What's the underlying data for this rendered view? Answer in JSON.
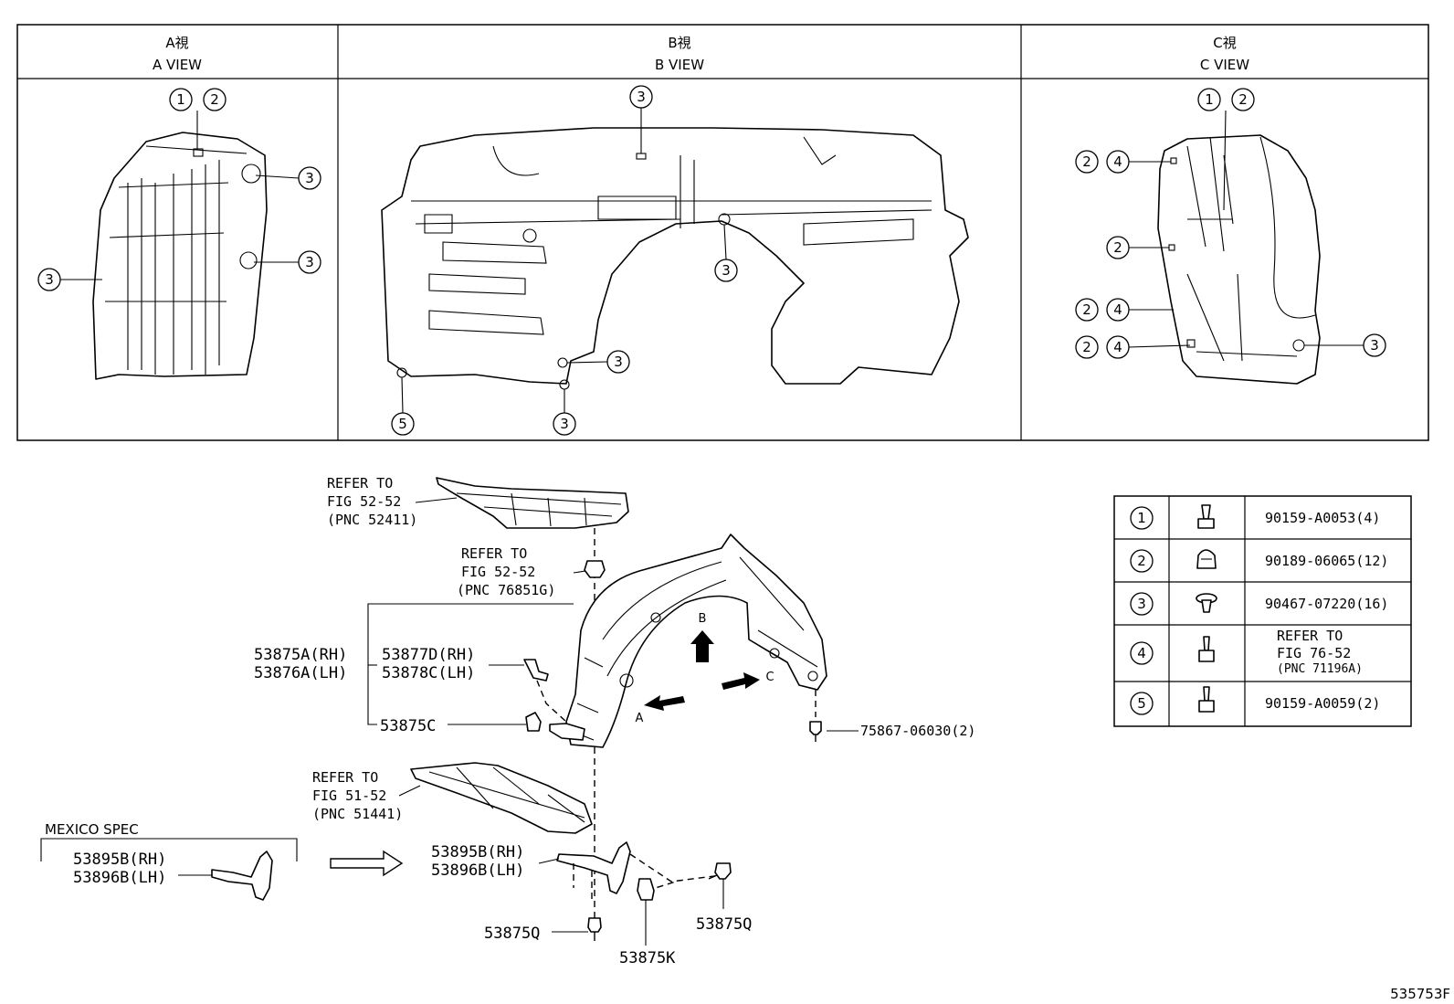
{
  "views": {
    "a": {
      "jp": "A視",
      "en": "A VIEW"
    },
    "b": {
      "jp": "B視",
      "en": "B VIEW"
    },
    "c": {
      "jp": "C視",
      "en": "C VIEW"
    }
  },
  "markers": {
    "n1": "1",
    "n2": "2",
    "n3": "3",
    "n4": "4",
    "n5": "5"
  },
  "refs": {
    "fig5252_top": {
      "l1": "REFER TO",
      "l2": "FIG 52-52",
      "l3": "(PNC 52411)"
    },
    "fig5252_mid": {
      "l1": "REFER TO",
      "l2": "FIG 52-52",
      "l3": "(PNC 76851G)"
    },
    "fig5152": {
      "l1": "REFER TO",
      "l2": "FIG 51-52",
      "l3": "(PNC 51441)"
    }
  },
  "parts": {
    "p53875A": "53875A(RH)",
    "p53876A": "53876A(LH)",
    "p53877D": "53877D(RH)",
    "p53878C": "53878C(LH)",
    "p53875C": "53875C",
    "p75867": "75867-06030(2)",
    "p53895B": "53895B(RH)",
    "p53896B": "53896B(LH)",
    "p53875Q_a": "53875Q",
    "p53875Q_b": "53875Q",
    "p53875K": "53875K",
    "mexico_53895B": "53895B(RH)",
    "mexico_53896B": "53896B(LH)"
  },
  "mexico_spec": "MEXICO SPEC",
  "arrows": {
    "a": "A",
    "b": "B",
    "c": "C"
  },
  "fastener_table": [
    {
      "num": "1",
      "icon": "bolt-icon",
      "part": "90159-A0053(4)"
    },
    {
      "num": "2",
      "icon": "clip-icon",
      "part": "90189-06065(12)"
    },
    {
      "num": "3",
      "icon": "push-clip-icon",
      "part": "90467-07220(16)"
    },
    {
      "num": "4",
      "icon": "screw-icon",
      "ref1": "REFER TO",
      "ref2": "FIG 76-52",
      "ref3": "(PNC 71196A)"
    },
    {
      "num": "5",
      "icon": "bolt-icon",
      "part": "90159-A0059(2)"
    }
  ],
  "diagram_id": "535753F"
}
